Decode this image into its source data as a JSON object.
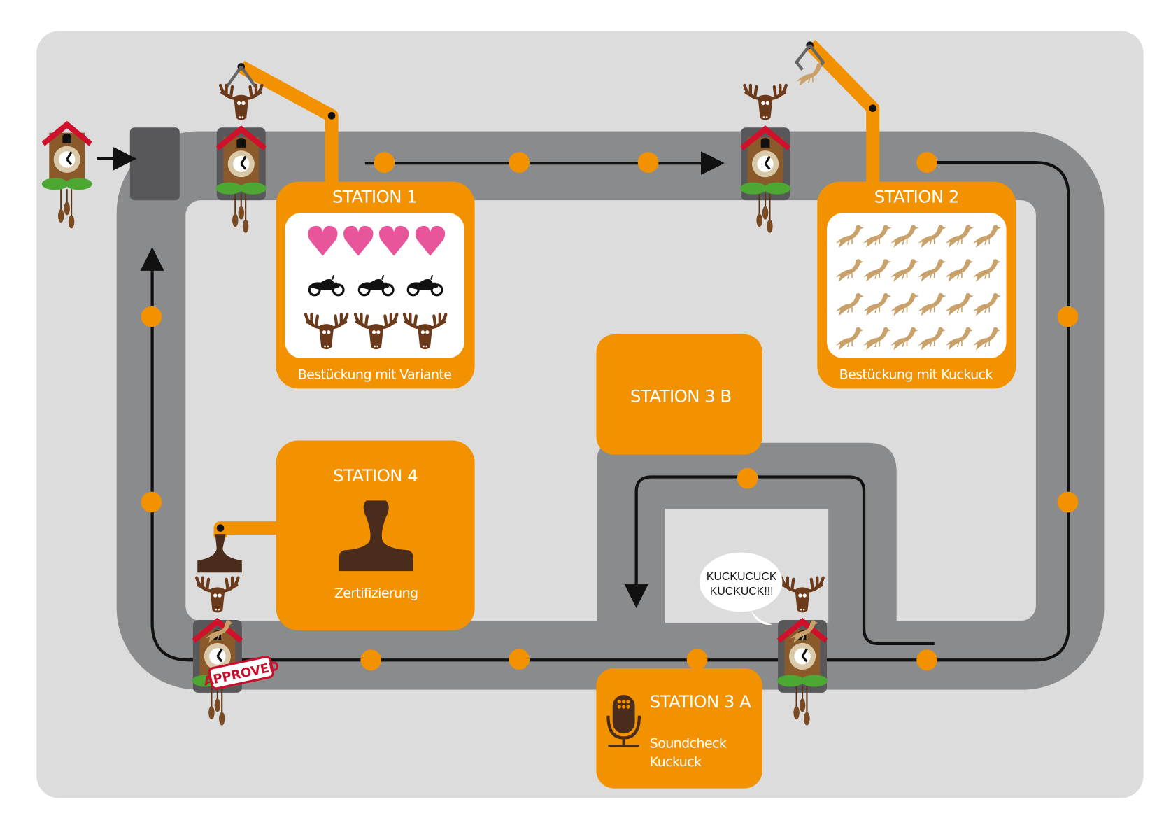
{
  "colors": {
    "station": "#f39200",
    "track": "#8a8b8c",
    "background": "#dcdcdd",
    "entry_box": "#58585a",
    "heart": "#e8559b",
    "bird": "#c9a26b",
    "roof": "#d0112b",
    "leaves": "#4ca733",
    "wood": "#8b5a2b",
    "stamp": "#4a2c1d"
  },
  "stations": {
    "s1": {
      "title": "STATION 1",
      "subtitle": "Bestückung mit Variante",
      "icons": [
        "heart-icon",
        "heart-icon",
        "heart-icon",
        "heart-icon",
        "motorcycle-icon",
        "motorcycle-icon",
        "motorcycle-icon",
        "moose-icon",
        "moose-icon",
        "moose-icon"
      ]
    },
    "s2": {
      "title": "STATION 2",
      "subtitle": "Bestückung mit Kuckuck",
      "icon": "cuckoo-bird-icon",
      "icon_count": 24
    },
    "s3b": {
      "title": "STATION 3 B"
    },
    "s3a": {
      "title": "STATION 3 A",
      "subtitle_line1": "Soundcheck",
      "subtitle_line2": "Kuckuck",
      "icon": "microphone-icon"
    },
    "s4": {
      "title": "STATION 4",
      "subtitle": "Zertifizierung",
      "icon": "stamp-icon"
    }
  },
  "speech_bubble": {
    "line1": "KUCKUCUCK",
    "line2": "KUCKUCK!!!"
  },
  "approved_stamp": "APPROVED"
}
